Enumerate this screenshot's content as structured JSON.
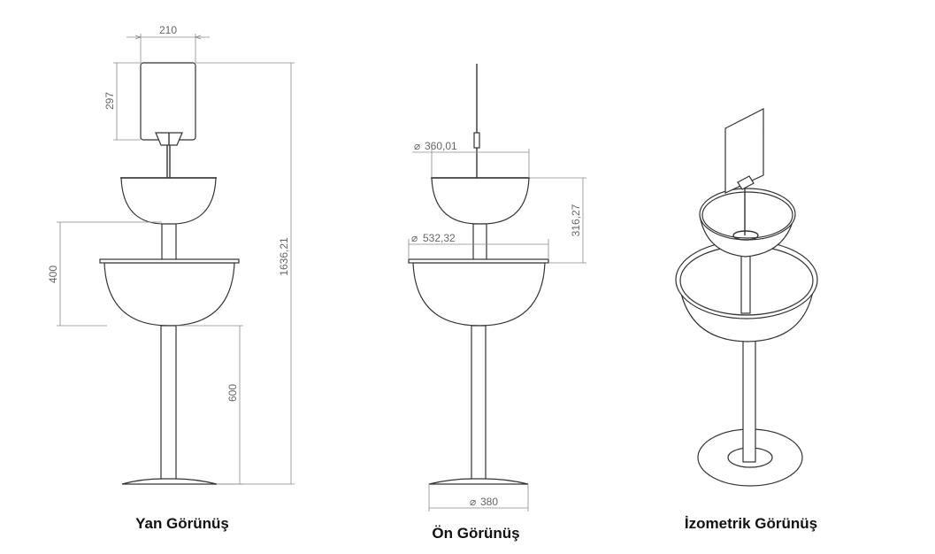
{
  "views": {
    "side": {
      "caption": "Yan Görünüş",
      "dims": {
        "width": "210",
        "height_sign": "297",
        "height_bowl": "400",
        "height_pole": "600",
        "height_total": "1636,21"
      }
    },
    "front": {
      "caption": "Ön Görünüş",
      "dims": {
        "dia_top": "360,01",
        "dia_bottom": "532,32",
        "height_top_bowl": "316,27",
        "dia_base": "380"
      }
    },
    "iso": {
      "caption": "İzometrik Görünüş"
    }
  },
  "symbols": {
    "diameter": "⌀"
  }
}
